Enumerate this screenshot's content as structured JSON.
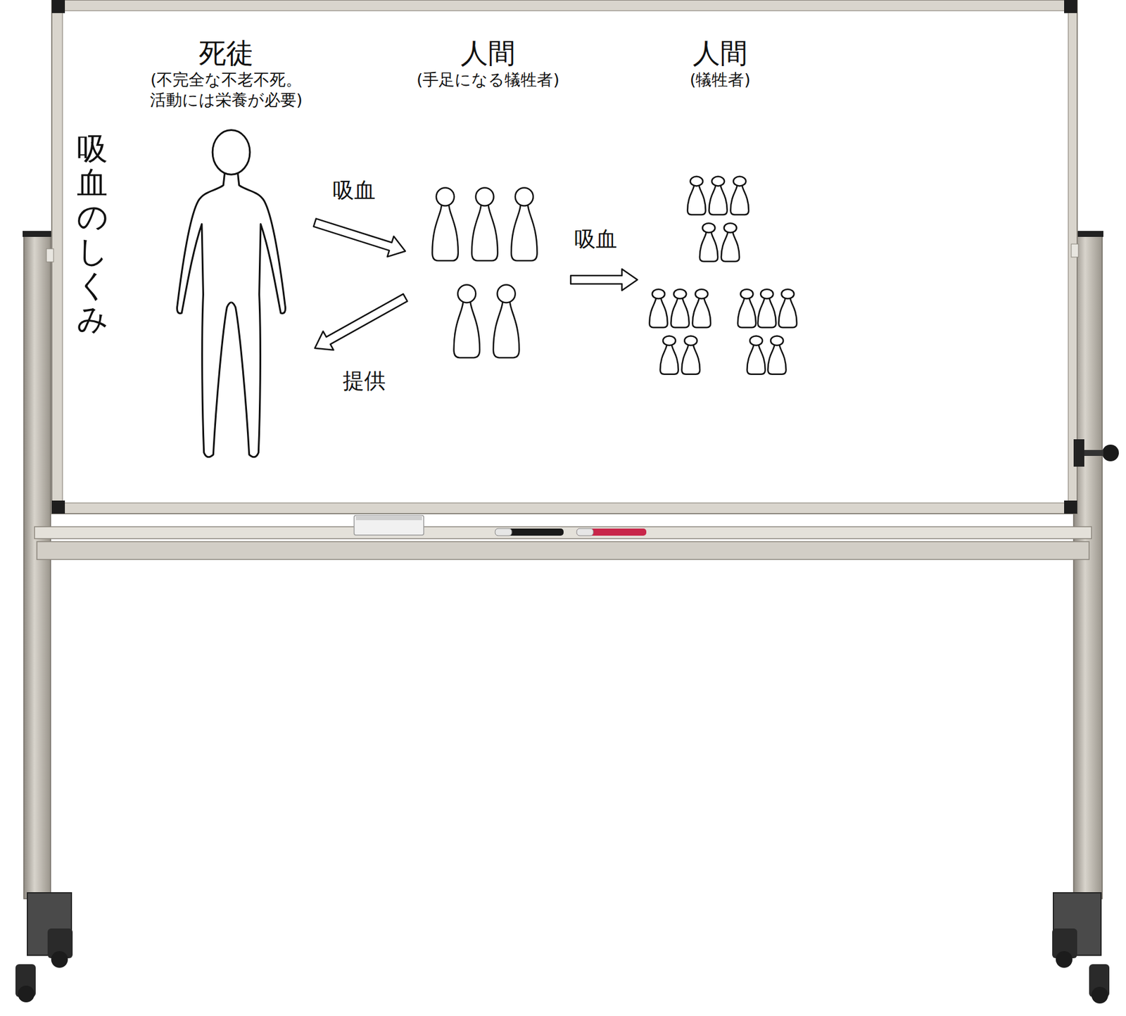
{
  "diagram": {
    "title": "吸血のしくみ",
    "nodes": [
      {
        "text": [
          "死徒",
          "(不完全な不老不死。 活動には栄養が必要)"
        ]
      },
      {
        "text": [
          "人間",
          "(手足になる犠牲者)"
        ]
      },
      {
        "text": [
          "人間",
          "(犠牲者)"
        ]
      }
    ],
    "edges": [
      {
        "from": 0,
        "to": 1,
        "label": "吸血",
        "arrow": "to"
      },
      {
        "from": 1,
        "to": 0,
        "label": "提供",
        "arrow": "to"
      },
      {
        "from": 1,
        "to": 2,
        "label": "吸血",
        "arrow": "to"
      }
    ]
  }
}
